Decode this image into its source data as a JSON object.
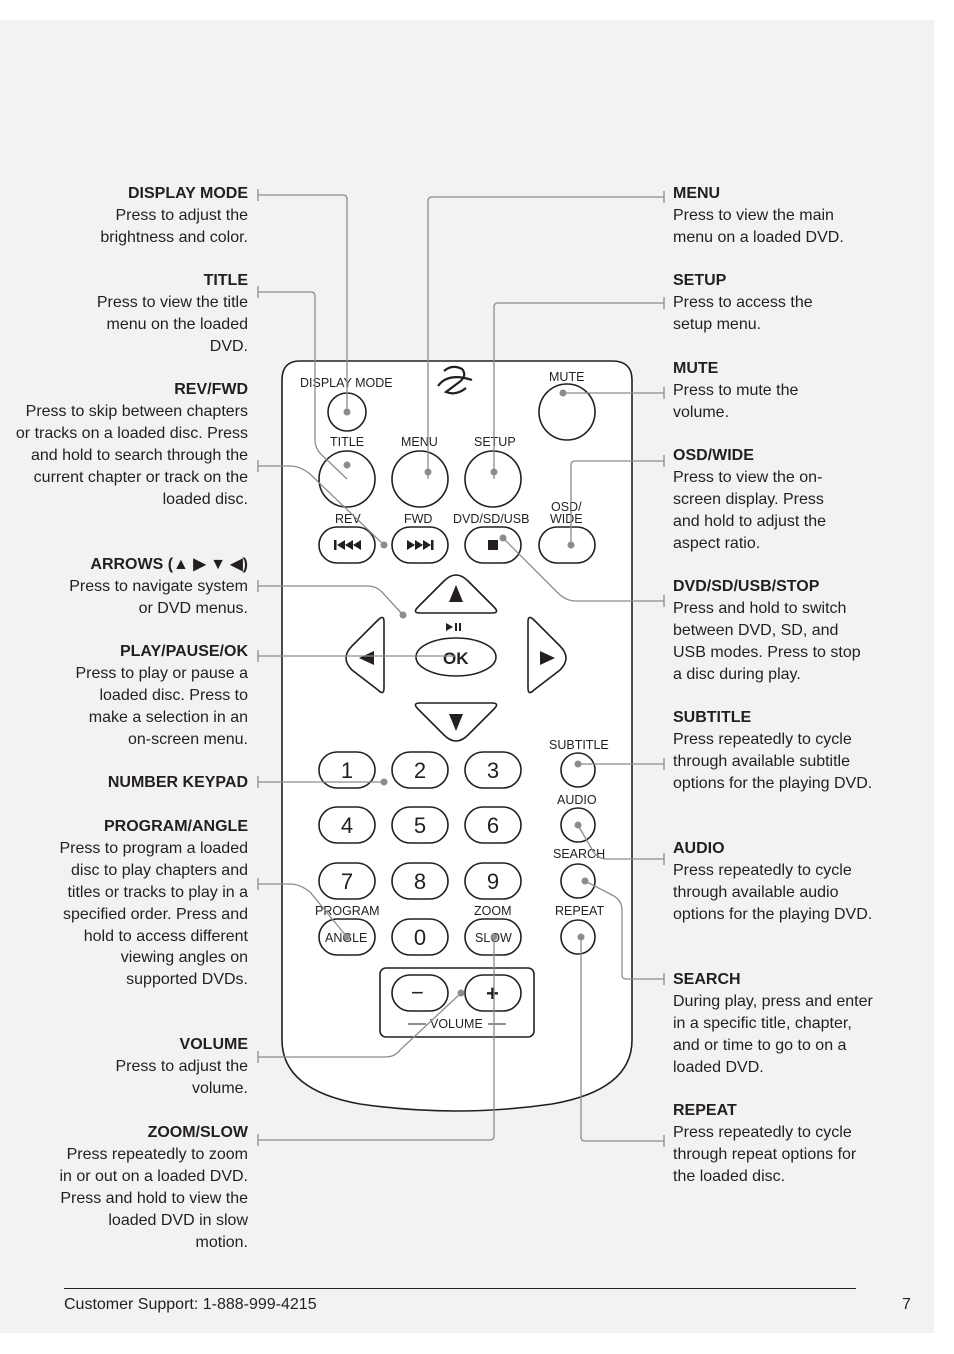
{
  "callouts_left": [
    {
      "title": "DISPLAY MODE",
      "desc": "Press to adjust the brightness and color."
    },
    {
      "title": "TITLE",
      "desc": "Press to view the title menu on the loaded DVD."
    },
    {
      "title": "REV/FWD",
      "desc": "Press to skip between chapters or tracks on a loaded disc. Press and hold to search through the current chapter or track on the loaded disc."
    },
    {
      "title": "ARROWS (▲ ▶ ▼ ◀)",
      "desc": "Press to navigate system or DVD menus."
    },
    {
      "title": "PLAY/PAUSE/OK",
      "desc": "Press to play or pause a loaded disc. Press to make a selection in an on-screen menu."
    },
    {
      "title": "NUMBER KEYPAD",
      "desc": ""
    },
    {
      "title": "PROGRAM/ANGLE",
      "desc": "Press to program a loaded disc to play chapters and titles or tracks to play in a specified order. Press and hold to access different viewing angles on supported DVDs."
    },
    {
      "title": "VOLUME",
      "desc": "Press to adjust the volume."
    },
    {
      "title": "ZOOM/SLOW",
      "desc": "Press repeatedly to zoom in or out on a loaded DVD. Press and hold to view the loaded DVD in slow motion."
    }
  ],
  "callouts_right": [
    {
      "title": "MENU",
      "desc": "Press to view the main menu on a loaded DVD."
    },
    {
      "title": "SETUP",
      "desc": "Press to access the setup menu."
    },
    {
      "title": "MUTE",
      "desc": "Press to mute the volume."
    },
    {
      "title": "OSD/WIDE",
      "desc": "Press to view the on-screen display. Press and hold to adjust the aspect ratio."
    },
    {
      "title": "DVD/SD/USB/STOP",
      "desc": "Press and hold to switch between DVD, SD, and USB modes. Press to stop a disc during play."
    },
    {
      "title": "SUBTITLE",
      "desc": "Press repeatedly to cycle through available subtitle options for the playing DVD."
    },
    {
      "title": "AUDIO",
      "desc": "Press repeatedly to cycle through available audio options for the playing DVD."
    },
    {
      "title": "SEARCH",
      "desc": "During play, press and enter in a specific title, chapter, and or time to go to on a loaded DVD."
    },
    {
      "title": "REPEAT",
      "desc": "Press repeatedly to cycle through repeat options for the loaded disc."
    }
  ],
  "remote_labels": {
    "display_mode": "DISPLAY MODE",
    "mute": "MUTE",
    "title": "TITLE",
    "menu": "MENU",
    "setup": "SETUP",
    "rev": "REV",
    "fwd": "FWD",
    "dvd_sd_usb": "DVD/SD/USB",
    "osd": "OSD/",
    "wide": "WIDE",
    "ok": "OK",
    "subtitle": "SUBTITLE",
    "audio": "AUDIO",
    "search": "SEARCH",
    "program": "PROGRAM",
    "zoom": "ZOOM",
    "repeat": "REPEAT",
    "angle": "ANGLE",
    "slow": "SLOW",
    "volume": "VOLUME",
    "minus": "−",
    "plus": "+",
    "keys": [
      "1",
      "2",
      "3",
      "4",
      "5",
      "6",
      "7",
      "8",
      "9",
      "0"
    ]
  },
  "footer": {
    "support": "Customer Support: 1-888-999-4215",
    "page_number": "7"
  }
}
